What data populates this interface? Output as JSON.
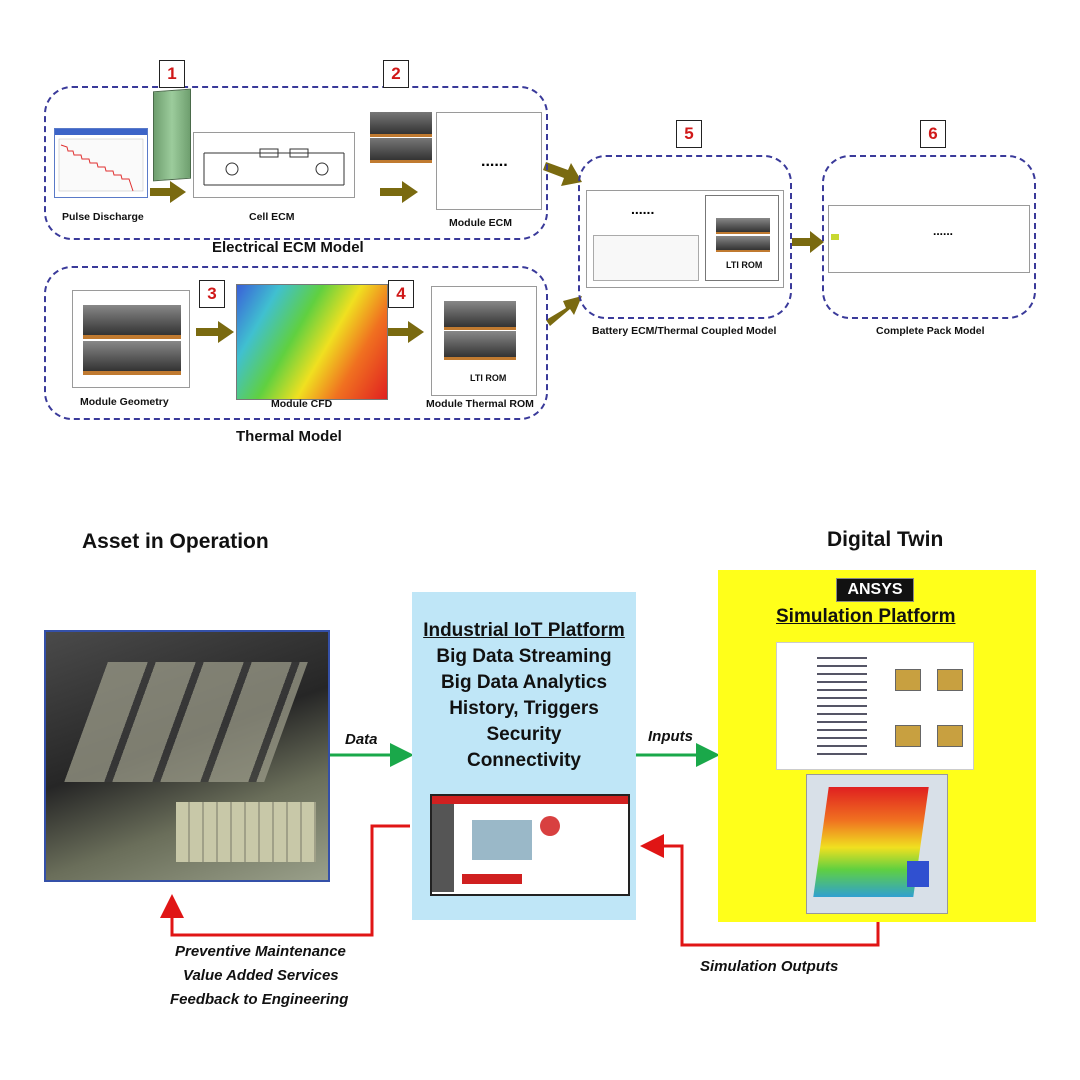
{
  "top": {
    "steps": [
      "1",
      "2",
      "3",
      "4",
      "5",
      "6"
    ],
    "captions": {
      "pulse_discharge": "Pulse Discharge",
      "cell_ecm": "Cell ECM",
      "module_ecm": "Module ECM",
      "module_geometry": "Module Geometry",
      "module_cfd": "Module CFD",
      "module_thermal_rom": "Module Thermal ROM",
      "coupled_model": "Battery ECM/Thermal Coupled Model",
      "complete_pack": "Complete Pack Model",
      "lti_rom_thermal": "LTI ROM",
      "lti_rom_coupled": "LTI ROM",
      "ellipsis": "......"
    },
    "group_titles": {
      "electrical": "Electrical ECM Model",
      "thermal": "Thermal Model"
    }
  },
  "bottom": {
    "asset_heading": "Asset in Operation",
    "twin_heading": "Digital Twin",
    "iot": {
      "title": "Industrial IoT Platform",
      "lines": [
        "Big Data Streaming",
        "Big Data Analytics",
        "History, Triggers",
        "Security",
        "Connectivity"
      ]
    },
    "ansys": {
      "logo": "ANSYS",
      "title": "Simulation Platform"
    },
    "flows": {
      "data": "Data",
      "inputs": "Inputs",
      "simulation_outputs": "Simulation Outputs",
      "feedback": [
        "Preventive Maintenance",
        "Value Added Services",
        "Feedback to Engineering"
      ]
    },
    "colors": {
      "iot_bg": "#bfe6f7",
      "twin_bg": "#ffff1a",
      "green_arrow": "#1aa84a",
      "red_arrow": "#e01515",
      "olive_arrow": "#7a6a10"
    }
  }
}
